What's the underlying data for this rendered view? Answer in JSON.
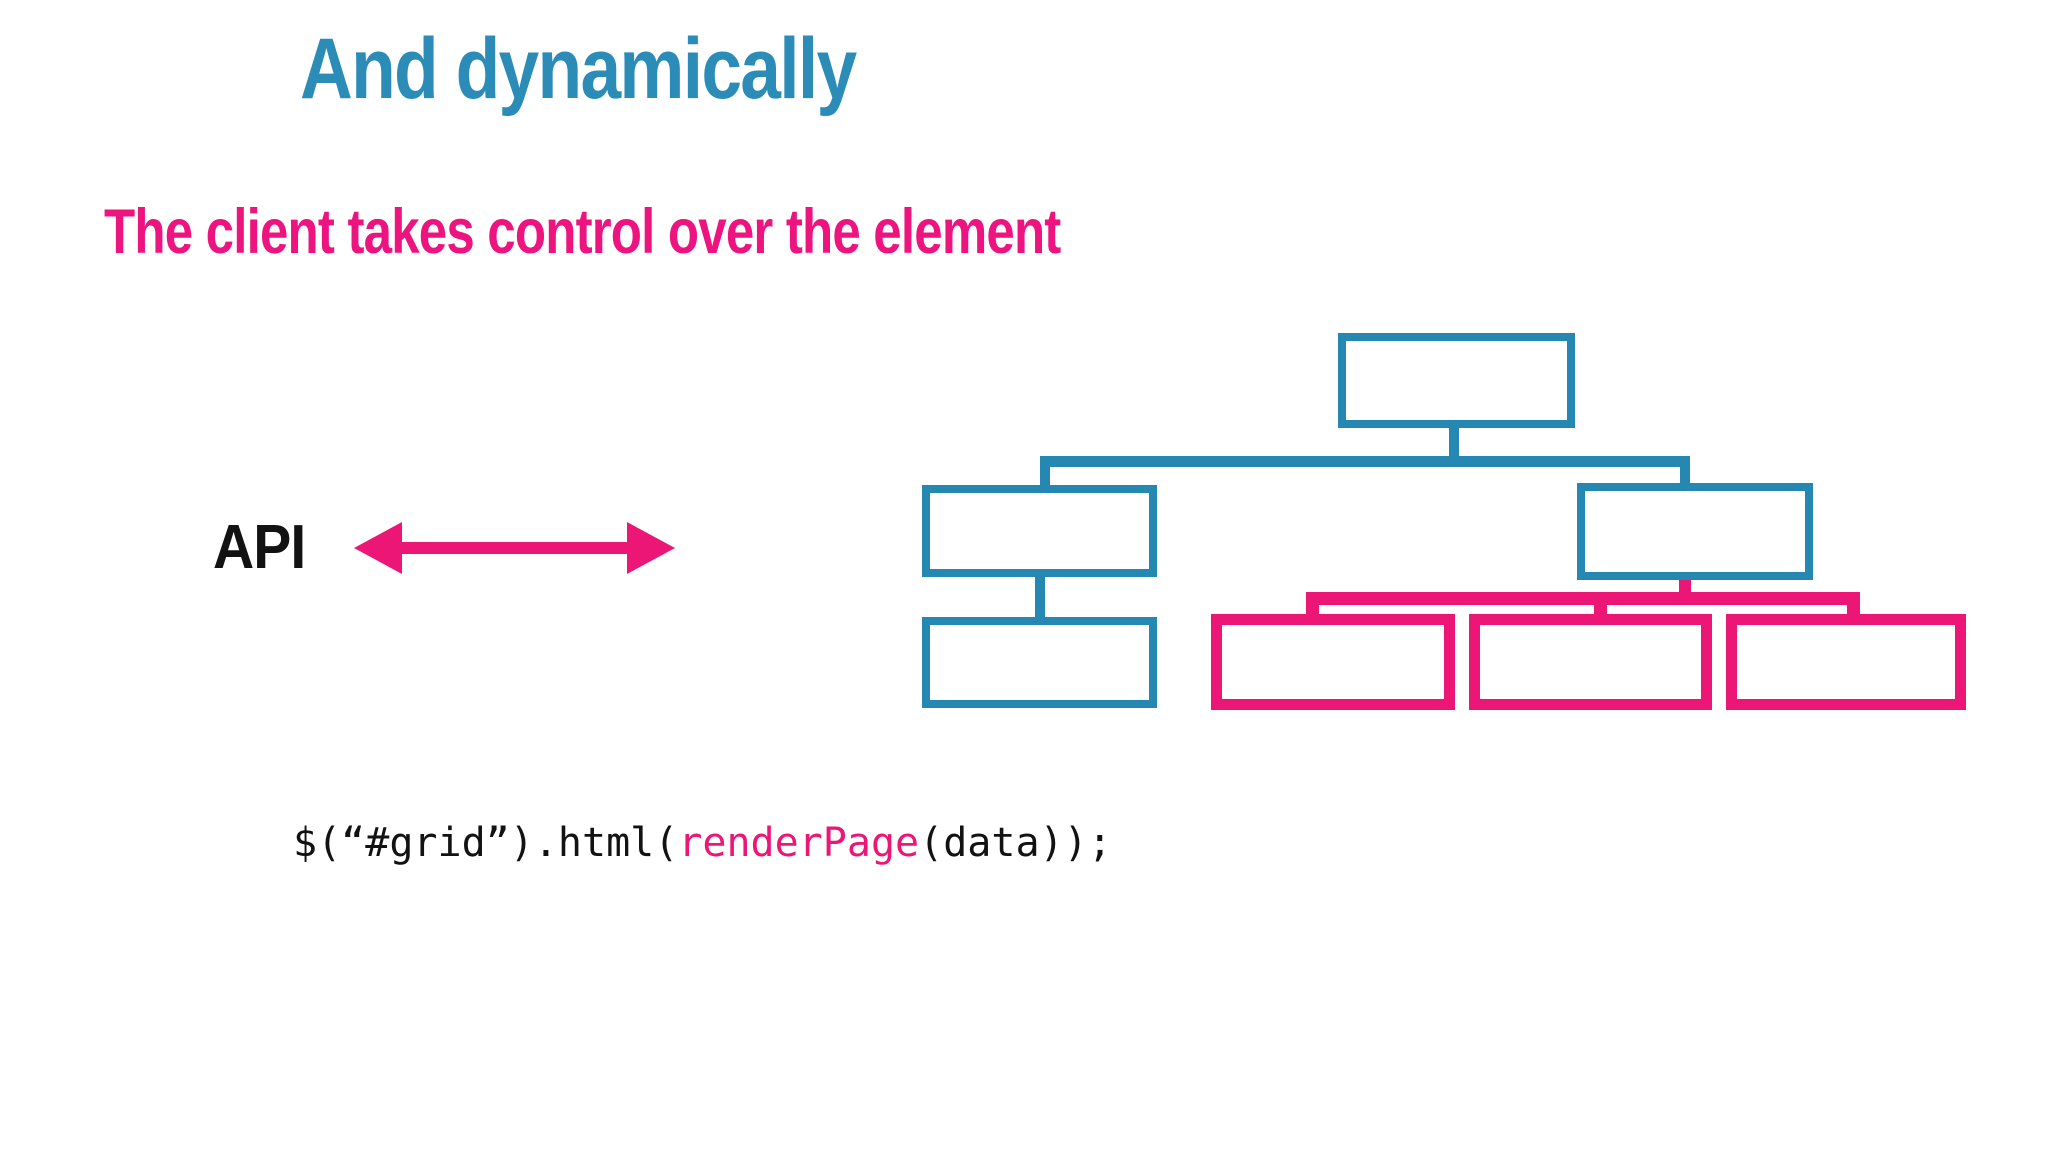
{
  "slide": {
    "title": "And dynamically",
    "subtitle": "The client takes control over the element",
    "api_label": "API",
    "code": {
      "before": "$(“#grid”).html(",
      "highlight": "renderPage",
      "after": "(data));"
    },
    "colors": {
      "title_teal": "#2b8cb8",
      "subtitle_pink": "#ee1480",
      "diagram_teal": "#2588b3",
      "diagram_pink": "#ec1677",
      "code_black": "#121212",
      "background": "#ffffff"
    },
    "diagram": {
      "type": "tree",
      "nodes": [
        {
          "id": "root",
          "color": "teal",
          "label": "",
          "children": [
            "child-left",
            "child-right"
          ]
        },
        {
          "id": "child-left",
          "color": "teal",
          "label": "",
          "children": [
            "grandchild-left"
          ]
        },
        {
          "id": "child-right",
          "color": "teal",
          "label": "",
          "children": [
            "pink-1",
            "pink-2",
            "pink-3"
          ]
        },
        {
          "id": "grandchild-left",
          "color": "teal",
          "label": "",
          "children": []
        },
        {
          "id": "pink-1",
          "color": "pink",
          "label": "",
          "children": []
        },
        {
          "id": "pink-2",
          "color": "pink",
          "label": "",
          "children": []
        },
        {
          "id": "pink-3",
          "color": "pink",
          "label": "",
          "children": []
        }
      ],
      "connector_colors": {
        "root_level": "teal",
        "leaf_level": "pink"
      }
    },
    "arrow": {
      "type": "double-headed",
      "color": "#ec1677",
      "direction": "horizontal"
    }
  }
}
